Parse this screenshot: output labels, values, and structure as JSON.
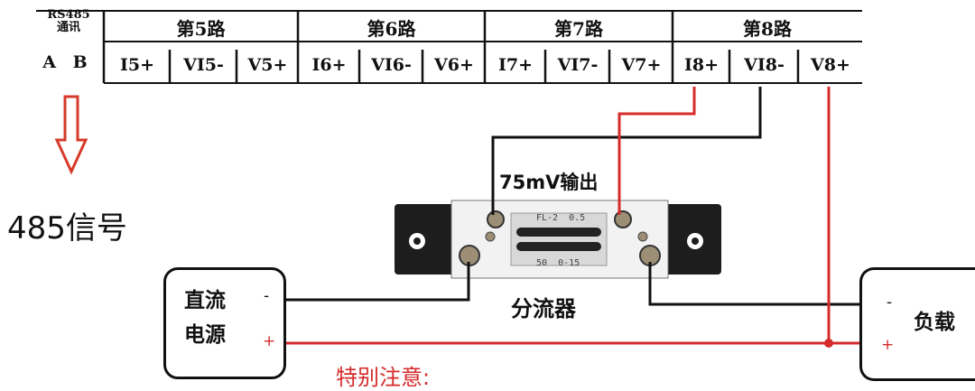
{
  "terminal_block": {
    "comm": {
      "title": "RS485",
      "subtitle": "通讯",
      "terminals": "A B"
    },
    "groups": [
      {
        "label": "第5路",
        "terminals": [
          "I5+",
          "VI5-",
          "V5+"
        ]
      },
      {
        "label": "第6路",
        "terminals": [
          "I6+",
          "VI6-",
          "V6+"
        ]
      },
      {
        "label": "第7路",
        "terminals": [
          "I7+",
          "VI7-",
          "V7+"
        ]
      },
      {
        "label": "第8路",
        "terminals": [
          "I8+",
          "VI8-",
          "V8+"
        ]
      }
    ]
  },
  "signal_label": "485信号",
  "shunt": {
    "output_label": "75mV输出",
    "name": "分流器",
    "plate_text_top": "FL-2  0.5",
    "plate_text_bottom": "50  0-15"
  },
  "power_supply": {
    "line1": "直流",
    "line2": "电源",
    "minus": "-",
    "plus": "+"
  },
  "load": {
    "label": "负载",
    "minus": "-",
    "plus": "+"
  },
  "note": "特别注意:",
  "colors": {
    "wire_red": "#d62b2b",
    "wire_black": "#111111",
    "arrow_red": "#d63a2a"
  }
}
